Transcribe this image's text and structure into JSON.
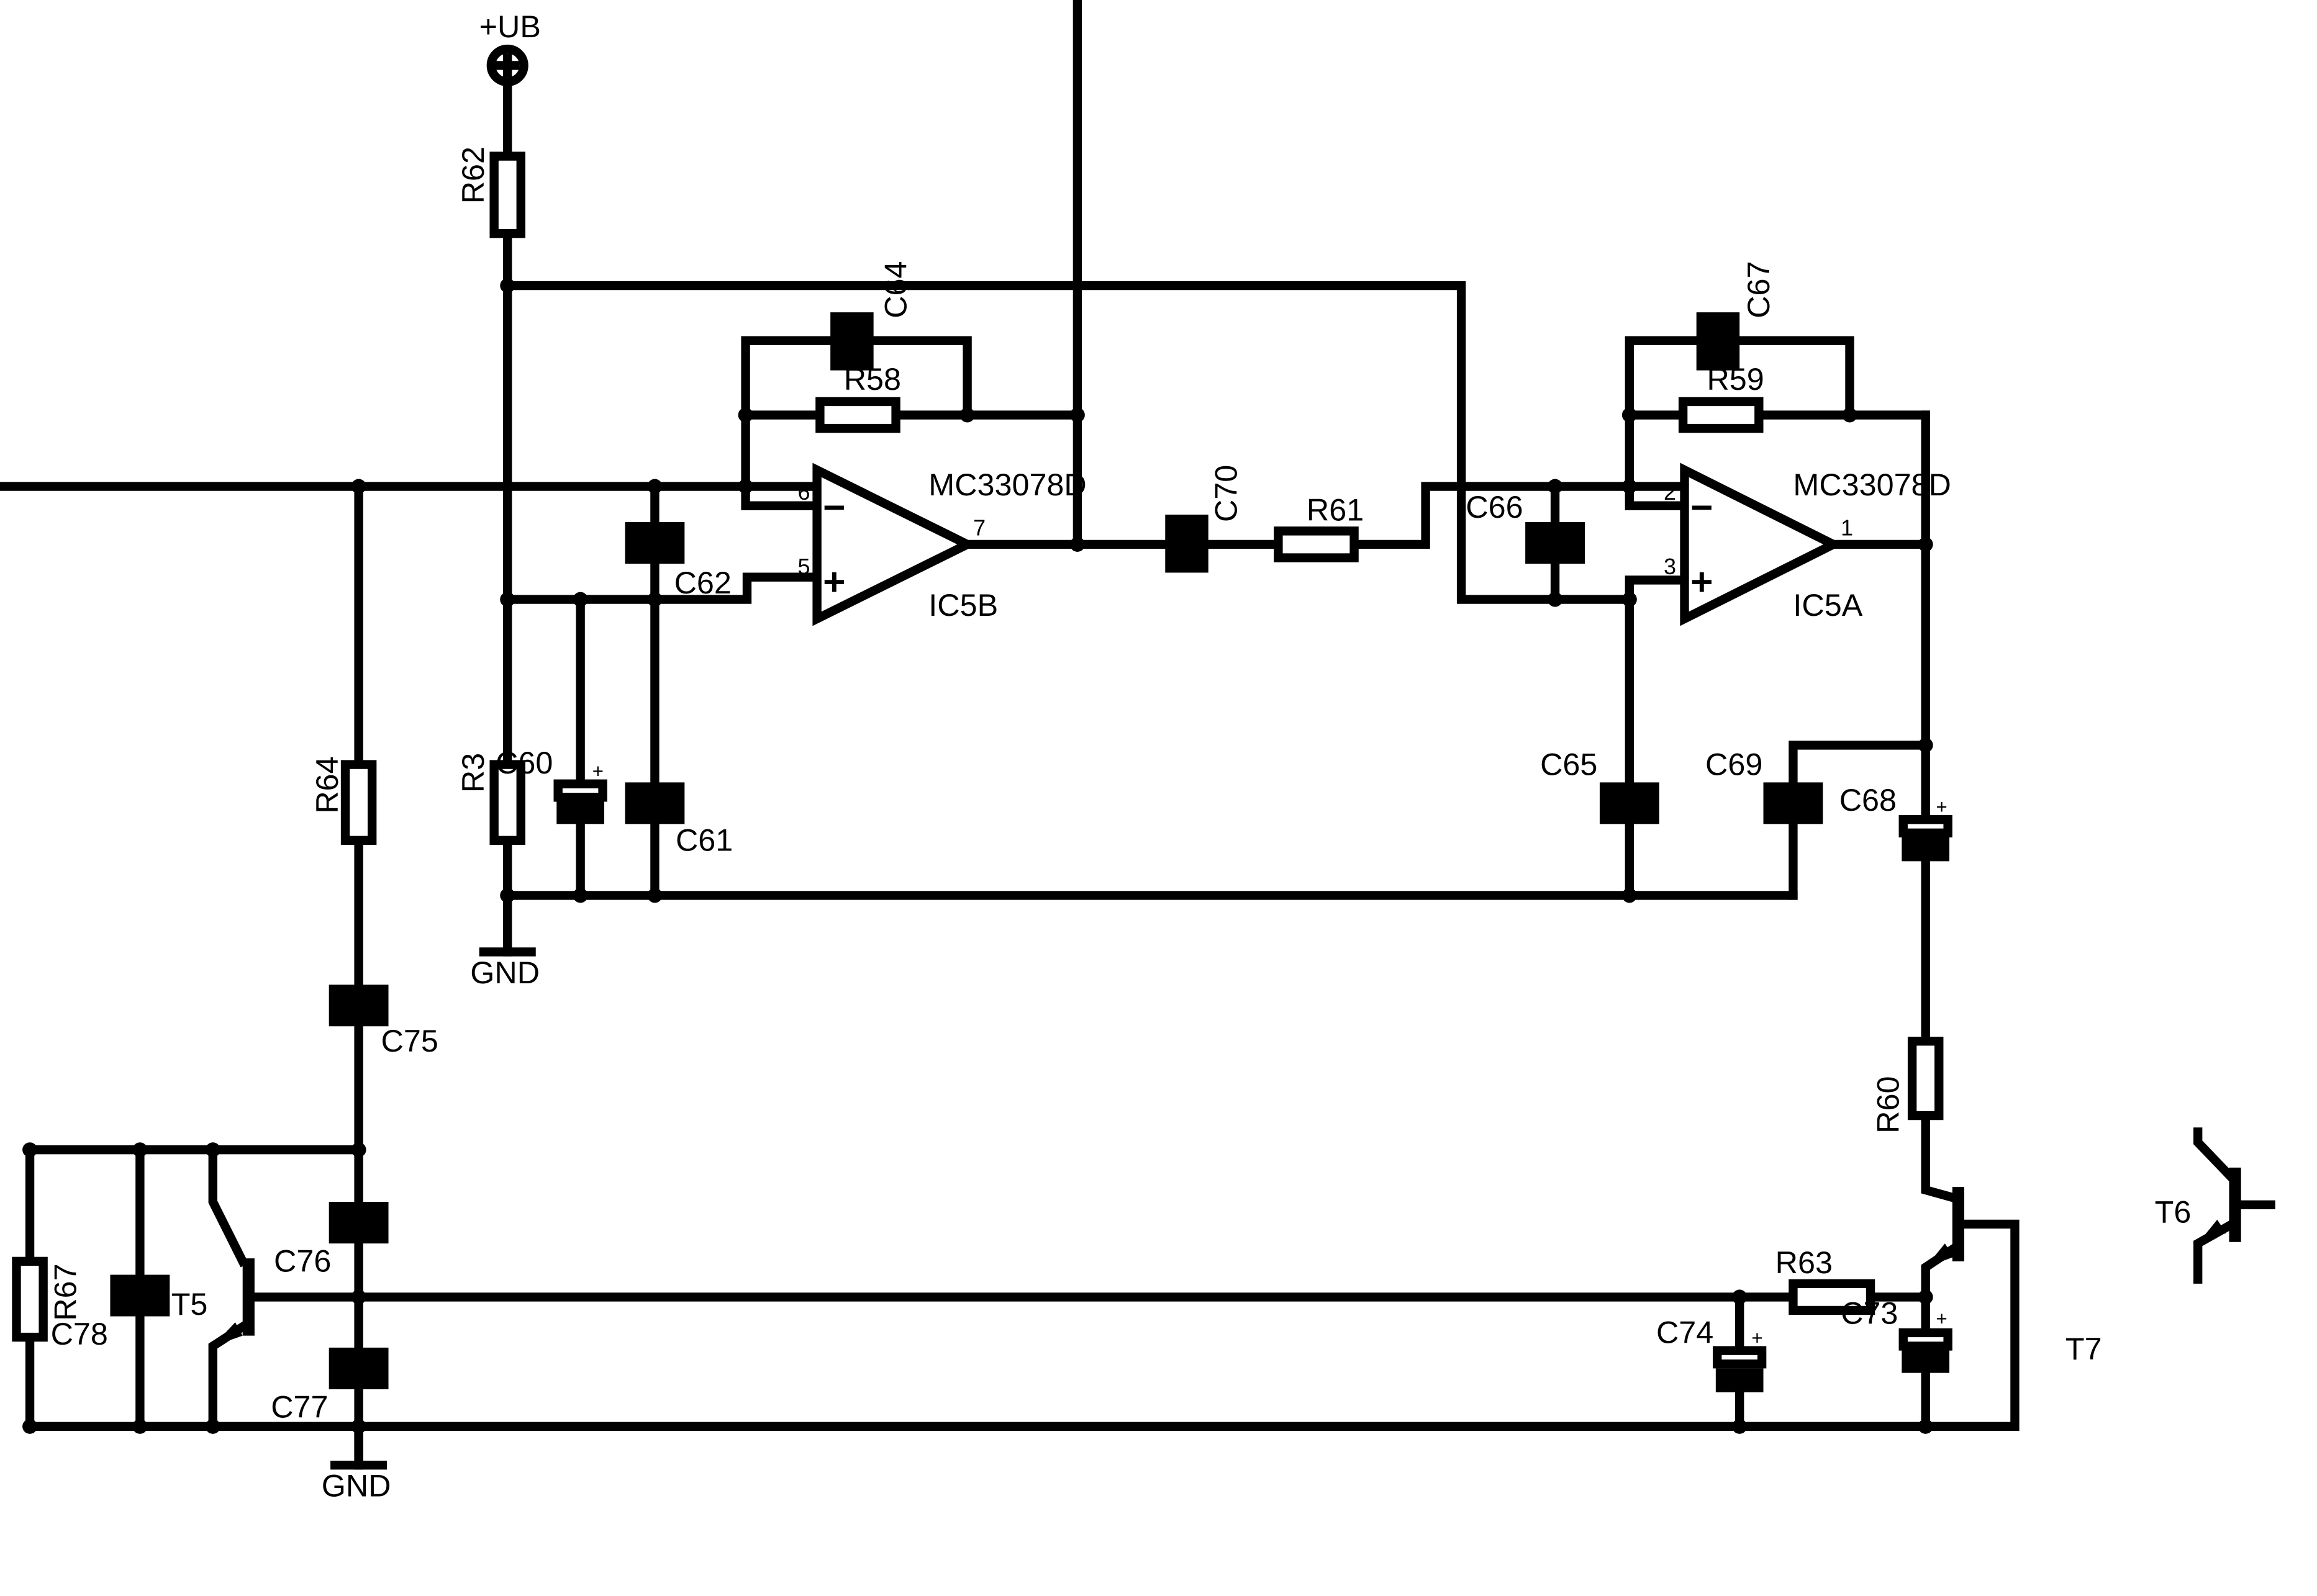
{
  "power": {
    "supply_label": "+UB",
    "ground_label": "GND"
  },
  "opamps": {
    "ic5b": {
      "ref": "IC5B",
      "part": "MC33078D",
      "pin_inv": "6",
      "pin_noninv": "5",
      "pin_out": "7"
    },
    "ic5a": {
      "ref": "IC5A",
      "part": "MC33078D",
      "pin_inv": "2",
      "pin_noninv": "3",
      "pin_out": "1"
    }
  },
  "resistors": {
    "r3": "R3",
    "r58": "R58",
    "r59": "R59",
    "r60": "R60",
    "r61": "R61",
    "r62": "R62",
    "r63": "R63",
    "r64": "R64",
    "r67": "R67"
  },
  "capacitors": {
    "c60": "C60",
    "c61": "C61",
    "c62": "C62",
    "c64": "C64",
    "c65": "C65",
    "c66": "C66",
    "c67": "C67",
    "c68": "C68",
    "c69": "C69",
    "c70": "C70",
    "c73": "C73",
    "c74": "C74",
    "c75": "C75",
    "c76": "C76",
    "c77": "C77",
    "c78": "C78"
  },
  "transistors": {
    "t5": "T5",
    "t6": "T6",
    "t7": "T7"
  },
  "symbols": {
    "plus": "+",
    "minus": "−"
  }
}
